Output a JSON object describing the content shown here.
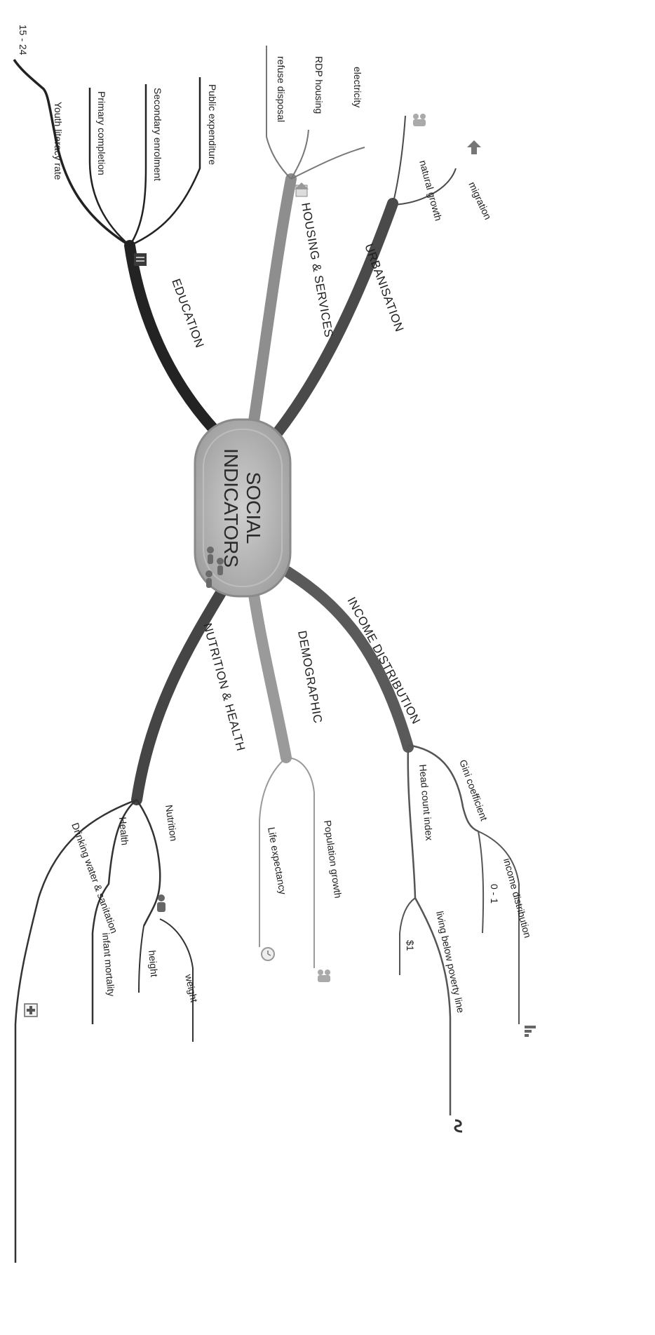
{
  "central": {
    "title_line1": "SOCIAL",
    "title_line2": "INDICATORS",
    "icon": "people-group-icon"
  },
  "branches": {
    "urbanisation": {
      "label": "URBANISATION",
      "children": {
        "migration": {
          "label": "migration",
          "icon": "arrow-up-icon"
        },
        "natural_growth": {
          "label": "natural growth",
          "icon": "people-icon"
        }
      }
    },
    "housing": {
      "label": "HOUSING & SERVICES",
      "icon": "house-icon",
      "children": {
        "electricity": {
          "label": "electricity"
        },
        "rdp_housing": {
          "label": "RDP housing"
        },
        "refuse_disposal": {
          "label": "refuse disposal"
        }
      }
    },
    "education": {
      "label": "EDUCATION",
      "icon": "book-icon",
      "children": {
        "public_expenditure": {
          "label": "Public expenditure"
        },
        "secondary_enrolment": {
          "label": "Secondary enrolment"
        },
        "primary_completion": {
          "label": "Primary completion"
        },
        "youth_literacy": {
          "label": "Youth literacy rate"
        },
        "age_range": {
          "label": "15 - 24"
        }
      }
    },
    "income": {
      "label": "INCOME DISTRIBUTION",
      "children": {
        "gini": {
          "label": "Gini coefficient"
        },
        "income_distribution": {
          "label": "income distribution",
          "icon": "bar-chart-icon"
        },
        "zero_one": {
          "label": "0 - 1"
        },
        "head_count": {
          "label": "Head count index"
        },
        "poverty_line": {
          "label": "living below poverty line",
          "icon": "snake-icon"
        },
        "one_dollar": {
          "label": "$1"
        }
      }
    },
    "demographic": {
      "label": "DEMOGRAPHIC",
      "children": {
        "population_growth": {
          "label": "Population growth",
          "icon": "people-icon"
        },
        "life_expectancy": {
          "label": "Life expectancy",
          "icon": "clock-icon"
        }
      }
    },
    "nutrition": {
      "label": "NUTRITION & HEALTH",
      "children": {
        "nutrition": {
          "label": "Nutrition",
          "icon": "person-icon"
        },
        "weight": {
          "label": "weight"
        },
        "height": {
          "label": "height"
        },
        "health": {
          "label": "Health"
        },
        "infant_mortality": {
          "label": "infant mortality"
        },
        "drinking_water": {
          "label": "Drinking water & sanitation",
          "icon": "first-aid-icon"
        }
      }
    }
  }
}
